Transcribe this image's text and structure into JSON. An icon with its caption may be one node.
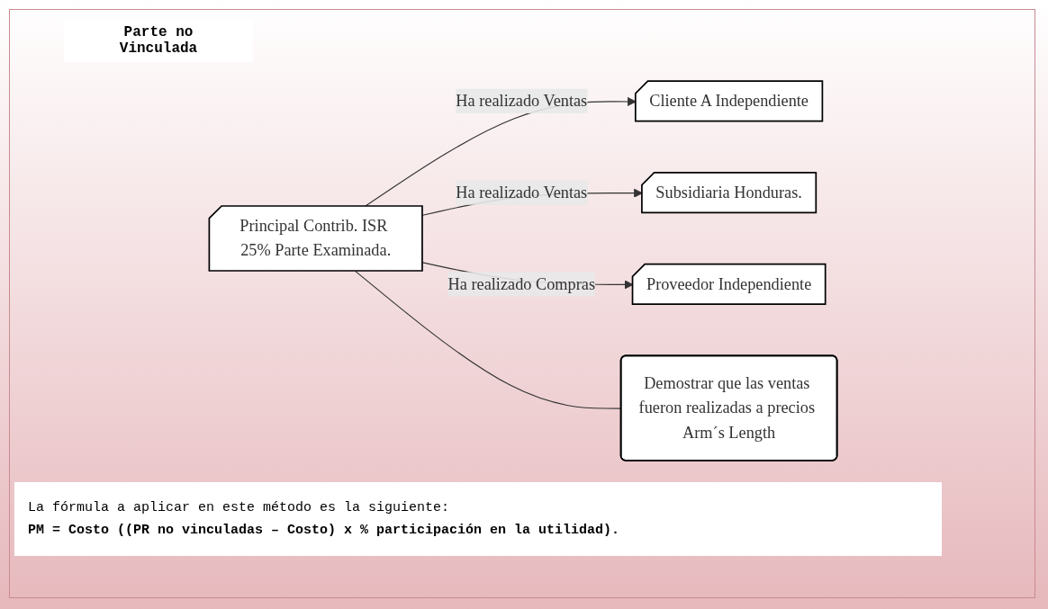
{
  "diagram": {
    "nodes": [
      {
        "text": [
          "Cliente A Independiente"
        ]
      },
      {
        "text": [
          "Subsidiaria Honduras."
        ]
      },
      {
        "text": [
          "Proveedor Independiente"
        ]
      },
      {
        "text": [
          "Principal Contrib. ISR 25% Parte Examinada."
        ]
      },
      {
        "text": [
          "Demostrar que las ventas fueron realizadas a precios Arm´s Length"
        ]
      }
    ],
    "edges": [
      {
        "from": 3,
        "to": 0,
        "arrow": "to",
        "label": "Ha realizado Ventas"
      },
      {
        "from": 3,
        "to": 1,
        "arrow": "to",
        "label": "Ha realizado Ventas"
      },
      {
        "from": 3,
        "to": 2,
        "arrow": "to",
        "label": "Ha realizado Compras"
      },
      {
        "from": 3,
        "to": 4,
        "arrow": "none"
      }
    ],
    "labels": [
      "Parte no Vinculada",
      "La fórmula a aplicar en este método es la siguiente:",
      "PM = Costo ((PR no vinculadas – Costo) x % participación en la utilidad)."
    ]
  }
}
